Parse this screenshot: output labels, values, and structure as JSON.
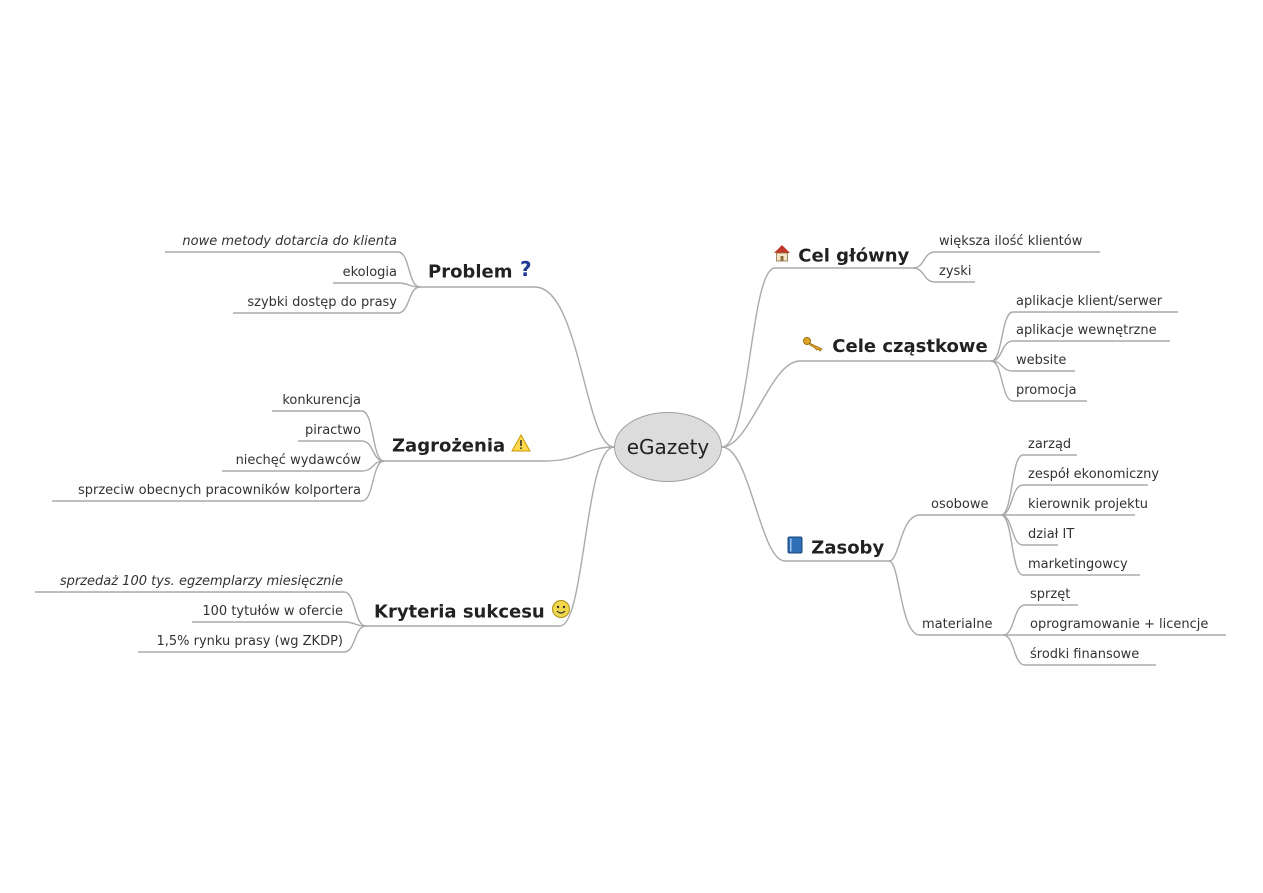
{
  "root": {
    "label": "eGazety"
  },
  "problem": {
    "label": "Problem",
    "icon": "question-mark-icon",
    "items": [
      "nowe metody dotarcia do klienta",
      "ekologia",
      "szybki dostęp do prasy"
    ]
  },
  "threats": {
    "label": "Zagrożenia",
    "icon": "warning-icon",
    "items": [
      "konkurencja",
      "piractwo",
      "niechęć wydawców",
      "sprzeciw obecnych pracowników kolportera"
    ]
  },
  "success": {
    "label": "Kryteria sukcesu",
    "icon": "smiley-icon",
    "items": [
      "sprzedaż 100 tys. egzemplarzy miesięcznie",
      "100 tytułów w ofercie",
      "1,5% rynku prasy (wg ZKDP)"
    ]
  },
  "main_goal": {
    "label": "Cel główny",
    "icon": "house-icon",
    "items": [
      "większa ilość klientów",
      "zyski"
    ]
  },
  "sub_goals": {
    "label": "Cele cząstkowe",
    "icon": "key-icon",
    "items": [
      "aplikacje klient/serwer",
      "aplikacje wewnętrzne",
      "website",
      "promocja"
    ]
  },
  "resources": {
    "label": "Zasoby",
    "icon": "book-icon",
    "personal": {
      "label": "osobowe",
      "items": [
        "zarząd",
        "zespół ekonomiczny",
        "kierownik projektu",
        "dział IT",
        "marketingowcy"
      ]
    },
    "material": {
      "label": "materialne",
      "items": [
        "sprzęt",
        "oprogramowanie + licencje",
        "środki finansowe"
      ]
    }
  }
}
